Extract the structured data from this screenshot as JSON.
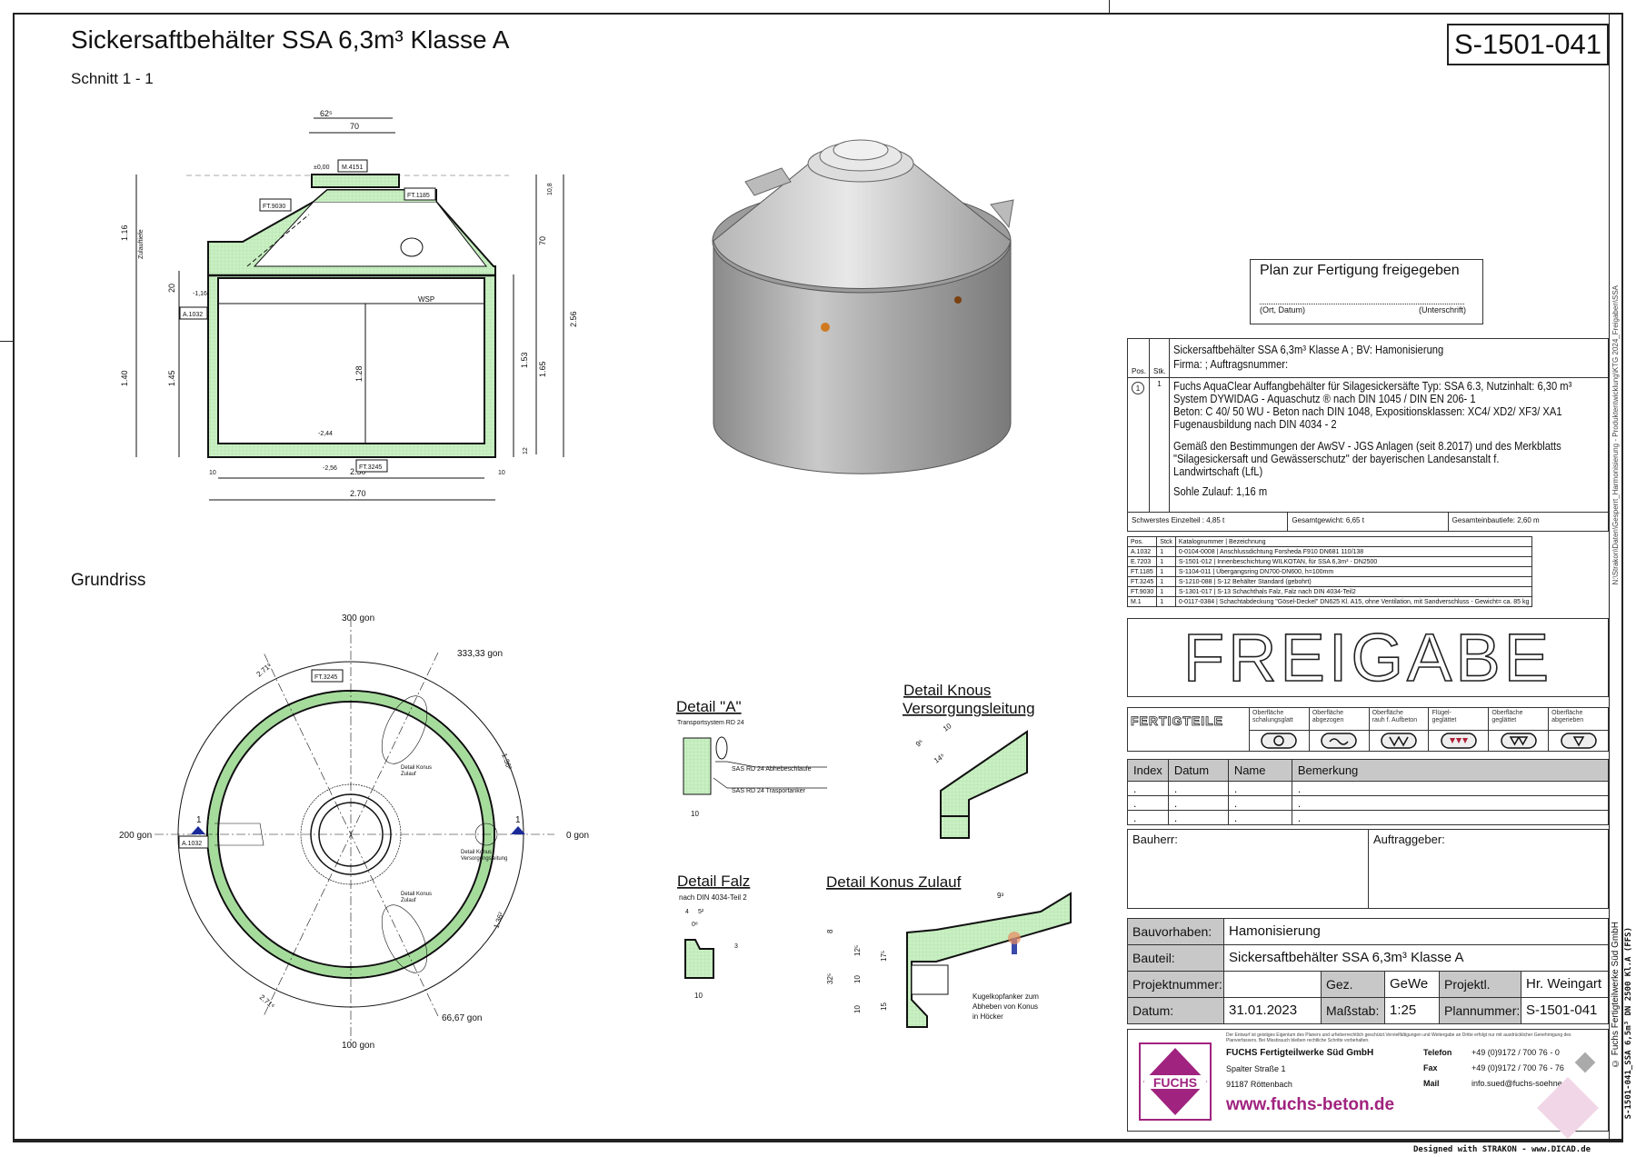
{
  "header": {
    "title": "Sickersaftbehälter SSA 6,3m³ Klasse A",
    "subtitle": "Schnitt 1 - 1",
    "plan_number": "S-1501-041",
    "grundriss": "Grundriss"
  },
  "section": {
    "dims": {
      "top1": "62⁵",
      "top2": "70",
      "left_zulauf": "1.16",
      "zulauftiefe": "Zulauftiefe",
      "left_140": "1.40",
      "left_20": "20",
      "left_145": "1.45",
      "r_108": "10,8",
      "r_70": "70",
      "r_256": "2.56",
      "r_153": "1.53",
      "r_165": "1.65",
      "r_12": "12",
      "inner_128": "1.28",
      "b_10a": "10",
      "b_250": "2.50",
      "b_10b": "10",
      "b_270": "2.70"
    },
    "levels": {
      "top": "±0,00",
      "inlet": "-1,16",
      "floor_in": "-2,44",
      "floor_out": "-2,56",
      "wsp": "WSP"
    },
    "tags": {
      "m": "M.4151",
      "ft1185": "FT.1185",
      "ft9030": "FT.9030",
      "a1032": "A.1032",
      "ft3245": "FT.3245"
    }
  },
  "plan": {
    "g300": "300 gon",
    "g333": "333,33 gon",
    "g200": "200 gon",
    "g0": "0 gon",
    "g100": "100 gon",
    "g66": "66,67 gon",
    "d271a": "2.71⁶",
    "d271b": "2.71⁶",
    "d136a": "1.36²",
    "d136b": "1.36²",
    "ft3245": "FT.3245",
    "a1032": "A.1032",
    "cut_l": "1",
    "cut_r": "1",
    "konus1a": "Detail Konus",
    "konus1b": "Zulauf",
    "konus2a": "Detail Konus",
    "konus2b": "Zulauf",
    "versa": "Detail Konus",
    "versb": "Versorgungsleitung"
  },
  "details": {
    "a_title": "Detail \"A\"",
    "a_sub": "Transportsystem RD 24",
    "a_l1": "SAS RD 24 Abhebeschlaufe",
    "a_l2": "SAS RD 24 Trasportanker",
    "a_dim": "10",
    "k_title1": "Detail Knous",
    "k_title2": "Versorgungsleitung",
    "k_d1": "9⁵",
    "k_d2": "10",
    "k_d3": "14⁵",
    "f_title": "Detail Falz",
    "f_sub": "nach DIN 4034-Teil 2",
    "f_d1": "4",
    "f_d2": "5²",
    "f_d3": "0⁸",
    "f_d4": "3",
    "f_d5": "10",
    "z_title": "Detail Konus Zulauf",
    "z_d1": "9³",
    "z_d2": "8",
    "z_d3": "32⁵",
    "z_d4": "12⁵",
    "z_d5": "10",
    "z_d6": "10",
    "z_d7": "17⁵",
    "z_d8": "15",
    "z_note1": "Kugelkopfanker zum",
    "z_note2": "Abheben von Konus",
    "z_note3": "in Höcker"
  },
  "release": {
    "title": "Plan zur Fertigung freigegeben",
    "place": "(Ort, Datum)",
    "sign": "(Unterschrift)"
  },
  "spec": {
    "pos_h": "Pos.",
    "stk_h": "Stk.",
    "head1": "Sickersaftbehälter SSA 6,3m³ Klasse A ; BV: Hamonisierung",
    "head2": "Firma:  ; Auftragsnummer:",
    "pos": "1",
    "stk": "1",
    "lines": [
      "Fuchs AquaClear Auffangbehälter für Silagesickersäfte Typ: SSA 6.3, Nutzinhalt: 6,30 m³",
      "System DYWIDAG - Aquaschutz ® nach DIN 1045 / DIN EN 206- 1",
      "Beton: C 40/ 50 WU - Beton nach DIN 1048, Expositionsklassen: XC4/ XD2/ XF3/ XA1",
      "Fugenausbildung nach DIN 4034 - 2"
    ],
    "para": [
      "Gemäß den Bestimmungen der AwSV - JGS Anlagen (seit 8.2017) und des Merkblatts",
      "\"Silagesickersaft und Gewässerschutz\" der bayerischen Landesanstalt f.",
      "Landwirtschaft (LfL)"
    ],
    "sohle": "Sohle Zulauf:   1,16 m",
    "heaviest": "Schwerstes Einzelteil : 4,85 t",
    "total": "Gesamtgewicht: 6,65 t",
    "depth": "Gesamteinbautiefe: 2,60 m"
  },
  "parts": {
    "headers": [
      "Pos.",
      "Stck",
      "Katalognummer | Bezeichnung"
    ],
    "rows": [
      [
        "A.1032",
        "1",
        "0-0104-0008 | Anschlussdichtung Forsheda F910 DN681 110/138"
      ],
      [
        "E.7203",
        "1",
        "S-1501-012 | Innenbeschichtung WILKOTAN, für SSA 6,3m³ - DN2500"
      ],
      [
        "FT.1185",
        "1",
        "S-1104-011 | Übergangsring DN700-DN600, h=100mm"
      ],
      [
        "FT.3245",
        "1",
        "S-1210-088 | S-12 Behälter Standard (gebohrt)"
      ],
      [
        "FT.9030",
        "1",
        "S-1301-017 | S-13 Schachthals Falz, Falz nach DIN 4034-Teil2"
      ],
      [
        "M.1",
        "1",
        "0-0117-0384 | Schachtabdeckung \"Gösel-Deckel\" DN625 Kl. A15, ohne Ventilation, mit Sandverschluss - Gewicht= ca. 85 kg"
      ]
    ]
  },
  "freigabe": "FREIGABE",
  "fertigteile": {
    "label": "FERTIGTEILE",
    "items": [
      {
        "l1": "Oberfläche",
        "l2": "schalungsglatt",
        "icon": "circle"
      },
      {
        "l1": "Oberfläche",
        "l2": "abgezogen",
        "icon": "wave"
      },
      {
        "l1": "Oberfläche",
        "l2": "rauh f. Aufbeton",
        "icon": "zigzag"
      },
      {
        "l1": "Flügel-",
        "l2": "geglättet",
        "icon": "triangles-red"
      },
      {
        "l1": "Oberfläche",
        "l2": "geglättet",
        "icon": "double-triangle"
      },
      {
        "l1": "Oberfläche",
        "l2": "abgerieben",
        "icon": "triangle"
      }
    ]
  },
  "index": {
    "headers": [
      "Index",
      "Datum",
      "Name",
      "Bemerkung"
    ],
    "rows": [
      [
        ".",
        ".",
        ".",
        "."
      ],
      [
        ".",
        ".",
        ".",
        "."
      ],
      [
        ".",
        ".",
        ".",
        "."
      ]
    ]
  },
  "parties": {
    "bauherr": "Bauherr:",
    "auftraggeber": "Auftraggeber:"
  },
  "titleblock": {
    "bauvorhaben_l": "Bauvorhaben:",
    "bauvorhaben": "Hamonisierung",
    "bauteil_l": "Bauteil:",
    "bauteil": "Sickersaftbehälter SSA 6,3m³ Klasse A",
    "projektnr_l": "Projektnummer:",
    "projektnr": "",
    "gez_l": "Gez.",
    "gez": "GeWe",
    "projektl_l": "Projektl.",
    "projektl": "Hr. Weingart",
    "datum_l": "Datum:",
    "datum": "31.01.2023",
    "massstab_l": "Maßstab:",
    "massstab": "1:25",
    "plannr_l": "Plannummer:",
    "plannr": "S-1501-041"
  },
  "company": {
    "logo": "FUCHS",
    "disclaimer": "Der Entwurf ist geistiges Eigentum des Planers und urheberrechtlich geschützt.Vervielfältigungen und Weitergabe an Dritte erfolgt nur mit ausdrücklicher Genehmigung des Planverfassers. Bei Missbrauch bleiben rechtliche Schritte vorbehalten.",
    "name": "FUCHS Fertigteilwerke Süd GmbH",
    "street": "Spalter Straße 1",
    "city": "91187 Röttenbach",
    "tel_l": "Telefon",
    "tel": "+49 (0)9172 / 700 76 - 0",
    "fax_l": "Fax",
    "fax": "+49 (0)9172 / 700 76 - 76",
    "mail_l": "Mail",
    "mail": "info.sued@fuchs-soehne.de",
    "web": "www.fuchs-beton.de",
    "brand": "#a0237f"
  },
  "side": {
    "path": "N:\\Strakon\\Daten\\Gesperrt_Harmonisierung - Produktentwicklung\\KTG 2024_Freigaben\\SSA",
    "copyright": "© Fuchs Fertigteilwerke Süd GmbH",
    "file": "S-1501-041_SSA 6,5m³ DN 2500 Kl.A  (FFS)"
  },
  "footer": "Designed with STRAKON - www.DICAD.de"
}
